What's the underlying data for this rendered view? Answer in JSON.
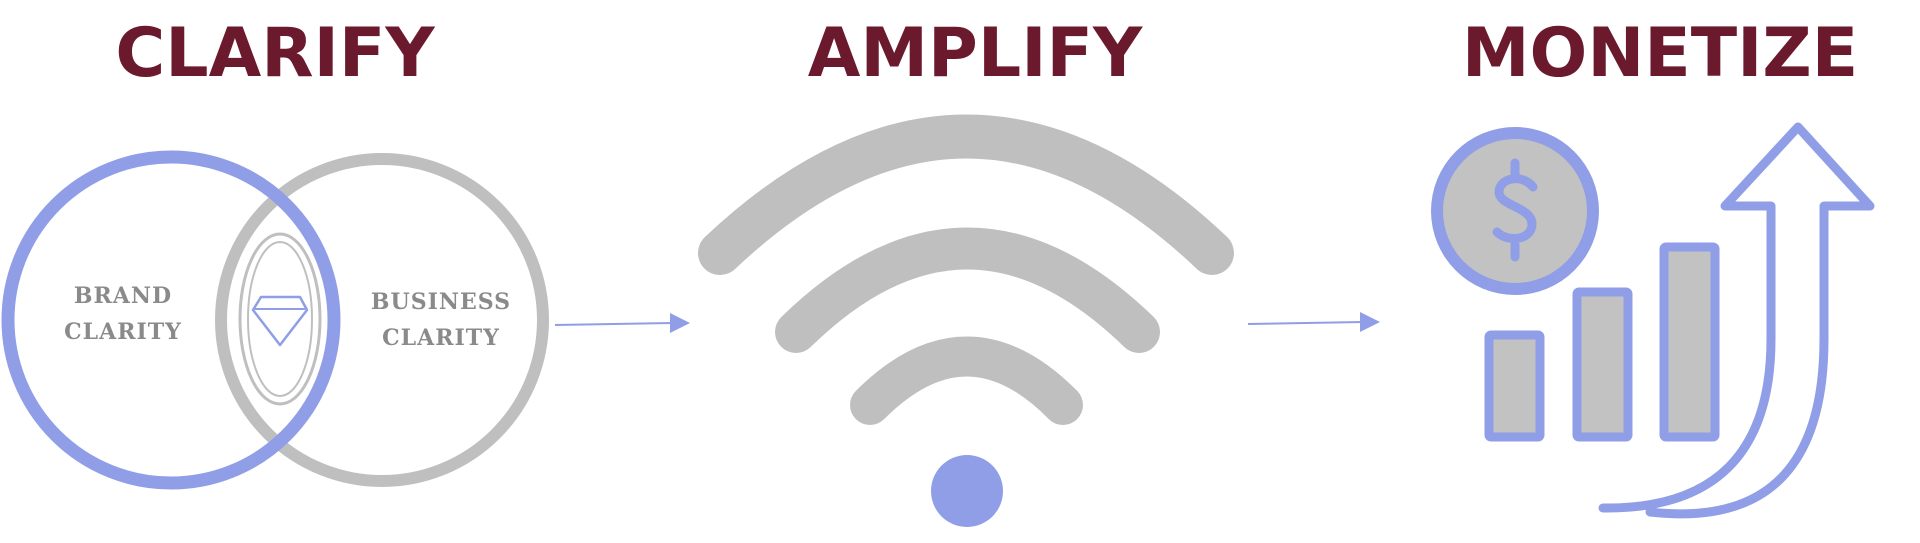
{
  "titles": {
    "clarify": "CLARIFY",
    "amplify": "AMPLIFY",
    "monetize": "MONETIZE"
  },
  "venn": {
    "left_line1": "BRAND",
    "left_line2": "CLARITY",
    "right_line1": "BUSINESS",
    "right_line2": "CLARITY"
  },
  "icons": {
    "venn": "venn-diagram-icon",
    "gem": "diamond-icon",
    "wifi": "wifi-signal-icon",
    "coin": "dollar-coin-icon",
    "bars": "bar-chart-icon",
    "growth": "up-arrow-icon"
  },
  "colors": {
    "title": "#6b1a2e",
    "accent": "#8f9ee6",
    "gray": "#bfbfbf",
    "label": "#8a8a8a"
  }
}
